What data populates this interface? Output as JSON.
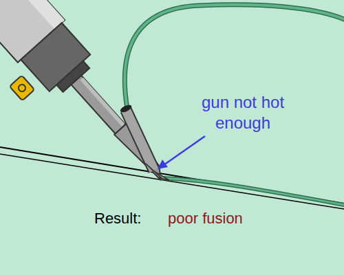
{
  "diagram": {
    "labels": [
      "gun not hot enough",
      "Result:",
      "poor fusion"
    ]
  }
}
